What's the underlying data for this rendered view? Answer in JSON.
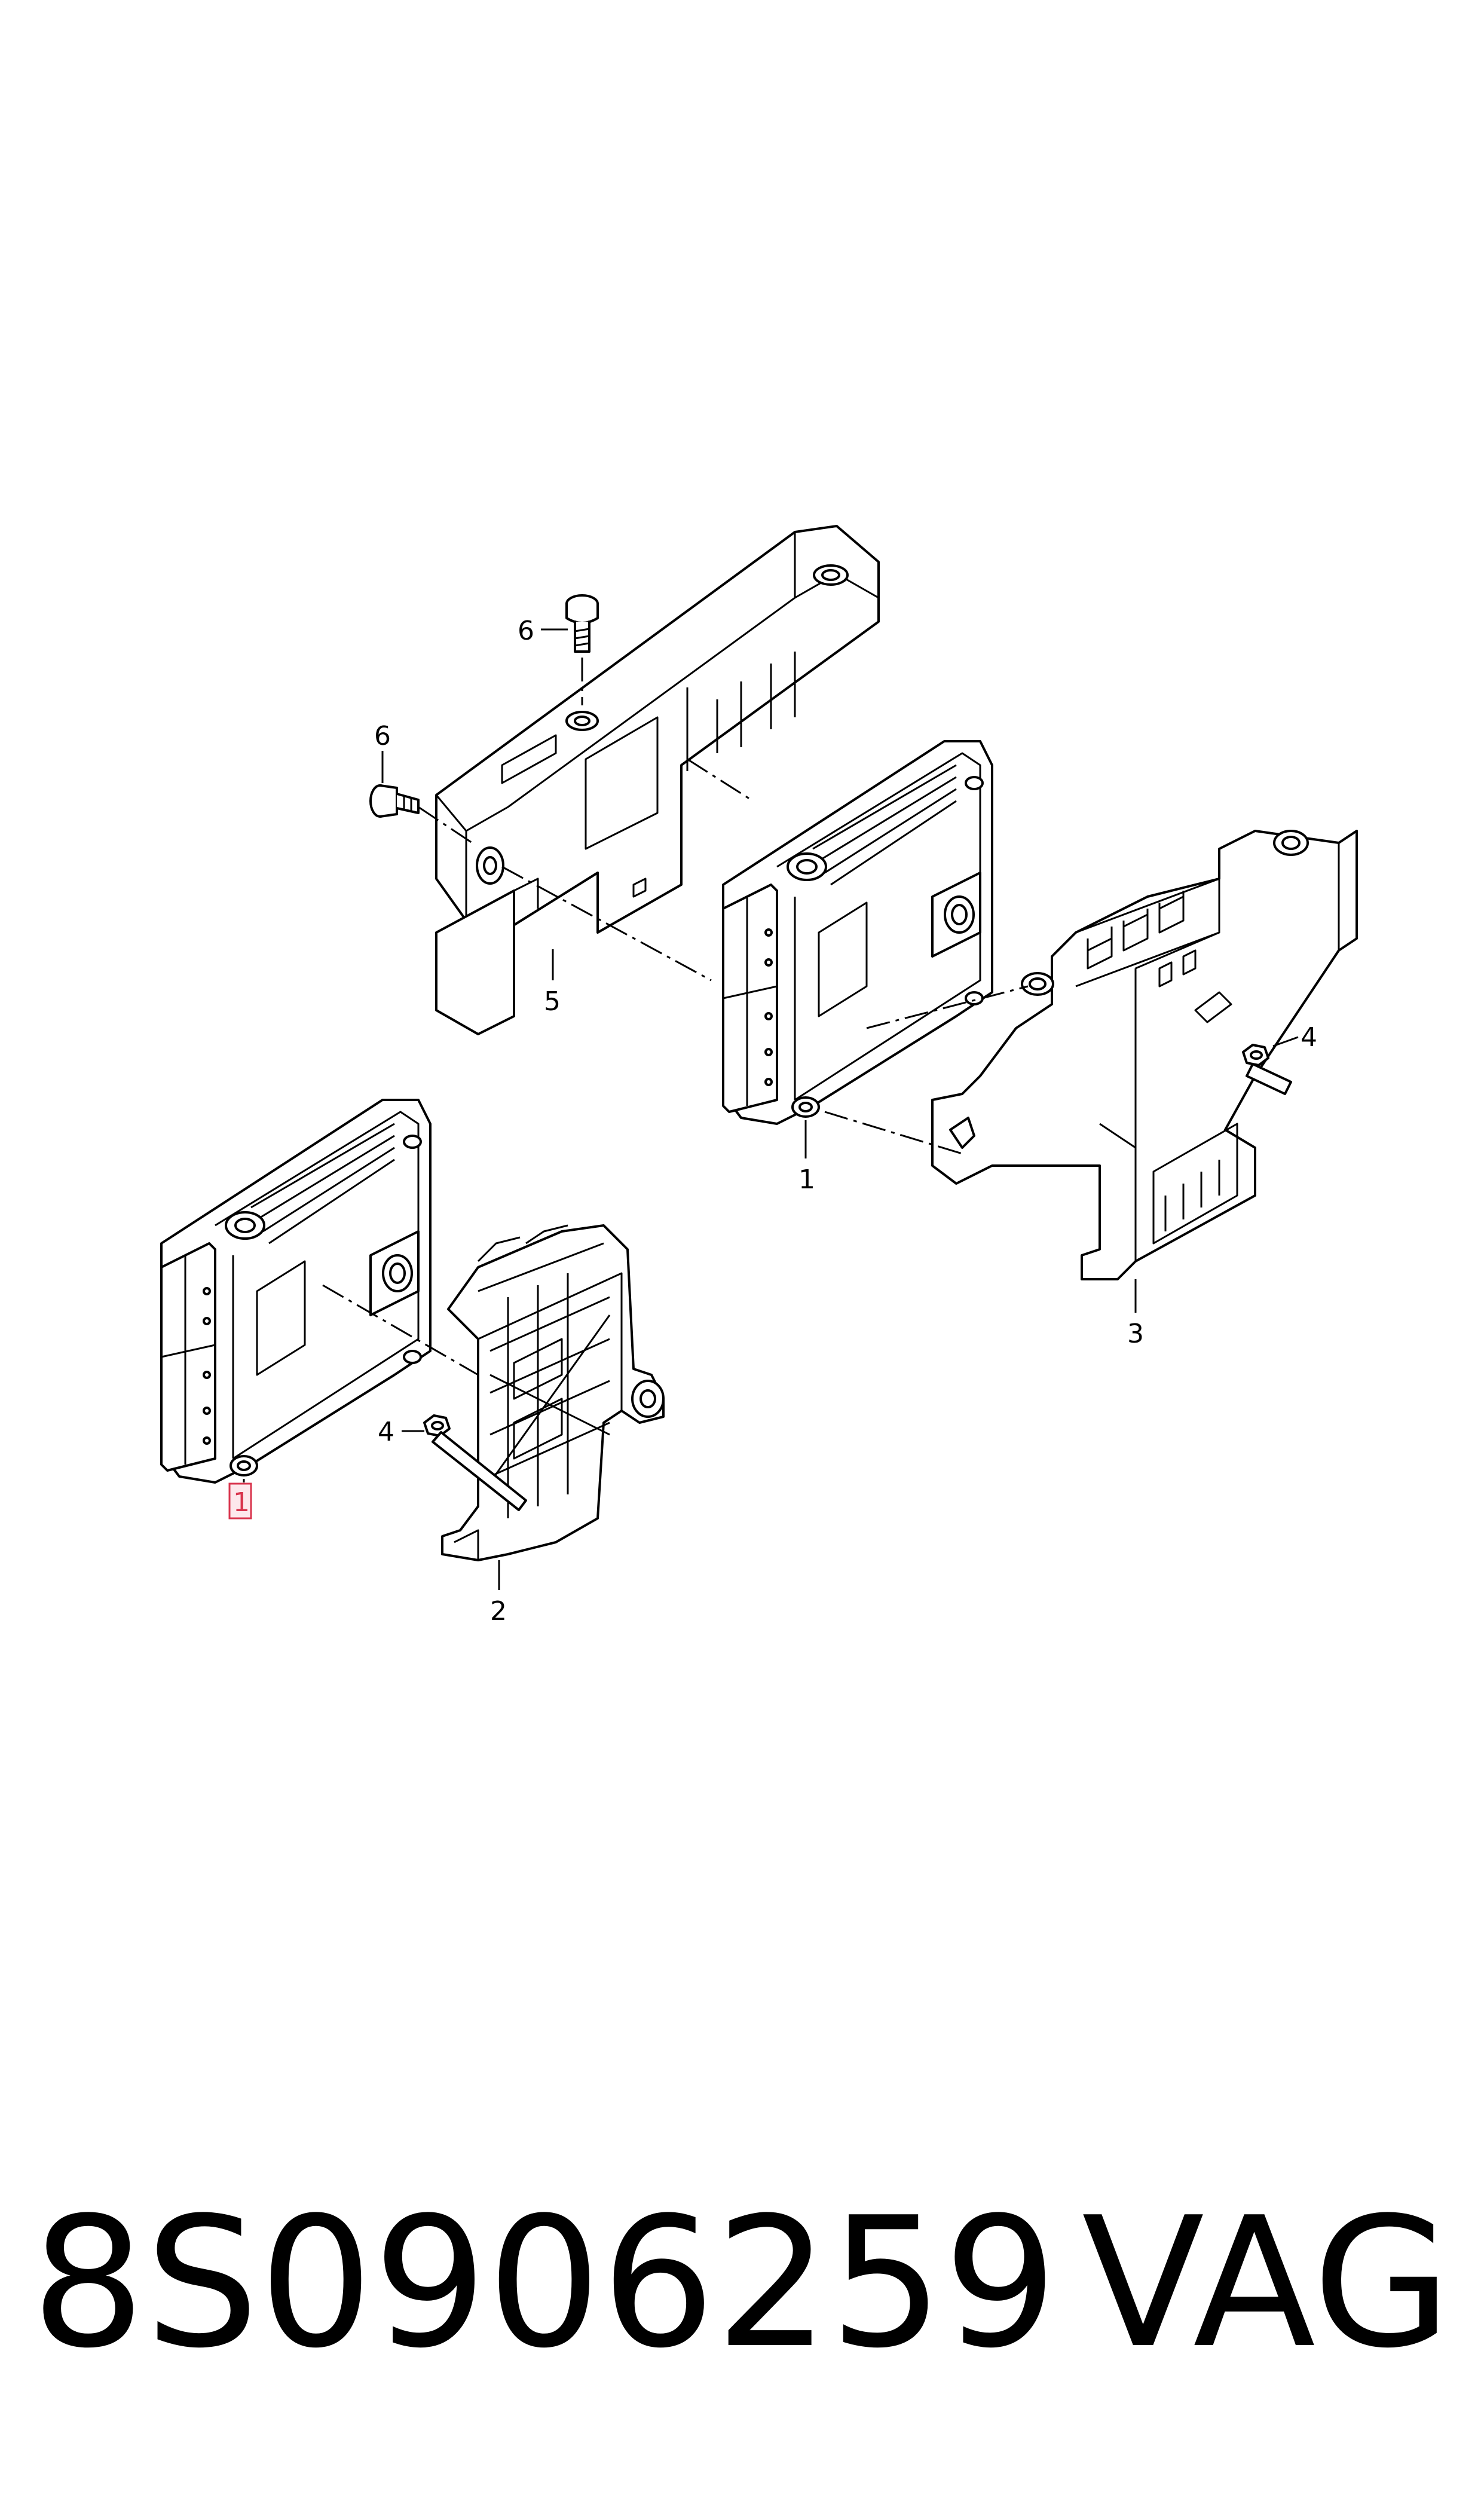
{
  "diagram": {
    "callouts": {
      "ecu_upper": "1",
      "ecu_lower": "1",
      "bracket_lower": "2",
      "carrier_upper": "3",
      "nut_upper": "4",
      "nut_lower": "4",
      "cover": "5",
      "bolt_top": "6",
      "bolt_left": "6"
    },
    "highlighted_callout": "ecu_lower",
    "highlight_color": "#d9344d"
  },
  "footer": {
    "part_number": "8S0906259",
    "brand": "VAG"
  }
}
